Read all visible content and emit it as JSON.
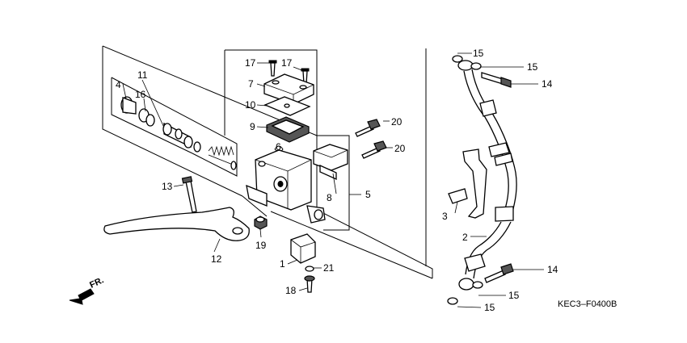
{
  "diagram": {
    "callouts": [
      {
        "id": "c1",
        "label": "1"
      },
      {
        "id": "c2",
        "label": "2"
      },
      {
        "id": "c3",
        "label": "3"
      },
      {
        "id": "c4",
        "label": "4"
      },
      {
        "id": "c5",
        "label": "5"
      },
      {
        "id": "c6",
        "label": "6"
      },
      {
        "id": "c7",
        "label": "7"
      },
      {
        "id": "c8",
        "label": "8"
      },
      {
        "id": "c9",
        "label": "9"
      },
      {
        "id": "c10",
        "label": "10"
      },
      {
        "id": "c11",
        "label": "11"
      },
      {
        "id": "c12",
        "label": "12"
      },
      {
        "id": "c13",
        "label": "13"
      },
      {
        "id": "c14a",
        "label": "14"
      },
      {
        "id": "c14b",
        "label": "14"
      },
      {
        "id": "c15a",
        "label": "15"
      },
      {
        "id": "c15b",
        "label": "15"
      },
      {
        "id": "c15c",
        "label": "15"
      },
      {
        "id": "c15d",
        "label": "15"
      },
      {
        "id": "c16",
        "label": "16"
      },
      {
        "id": "c17a",
        "label": "17"
      },
      {
        "id": "c17b",
        "label": "17"
      },
      {
        "id": "c18",
        "label": "18"
      },
      {
        "id": "c19",
        "label": "19"
      },
      {
        "id": "c20a",
        "label": "20"
      },
      {
        "id": "c20b",
        "label": "20"
      },
      {
        "id": "c21",
        "label": "21"
      }
    ],
    "direction_label": "FR.",
    "diagram_code": "KEC3–F0400B"
  }
}
